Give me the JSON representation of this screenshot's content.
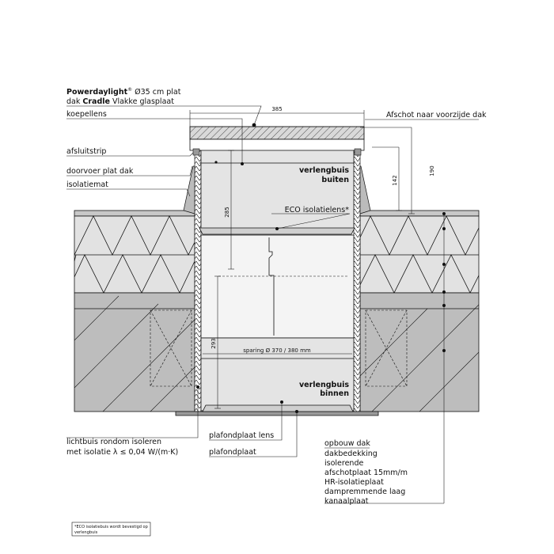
{
  "product": {
    "brand": "Powerdaylight",
    "reg": "®",
    "spec_line1_rest": " Ø35 cm plat",
    "spec_line2_pre": "dak ",
    "model": "Cradle",
    "spec_line2_post": " Vlakke glasplaat"
  },
  "labels_left": {
    "koepellens": "koepellens",
    "afsluitstrip": "afsluitstrip",
    "doorvoer": "doorvoer plat dak",
    "isolatiemat": "isolatiemat"
  },
  "labels_right": {
    "afschot": "Afschot naar voorzijde dak"
  },
  "tube_labels": {
    "outer_line1": "verlengbuis",
    "outer_line2": "buiten",
    "eco": "ECO isolatielens*",
    "inner_line1": "verlengbuis",
    "inner_line2": "binnen",
    "sparing": "sparing Ø 370 / 380 mm"
  },
  "dimensions": {
    "width_top": "385",
    "d142": "142",
    "d190": "190",
    "d285": "285",
    "d293": "293"
  },
  "bottom_left": {
    "line1": "lichtbuis rondom isoleren",
    "line2": "met isolatie λ ≤ 0,04 W/(m·K)"
  },
  "bottom_mid": {
    "lens": "plafondplaat lens",
    "plaat": "plafondplaat"
  },
  "opbouw": {
    "title": "opbouw dak",
    "items": [
      "dakbedekking",
      "isolerende",
      "afschotplaat 15mm/m",
      "HR-isolatieplaat",
      "dampremmende laag",
      "kanaalplaat"
    ]
  },
  "footnote": {
    "line1": "*ECO isolatiebuis wordt bevestigd op",
    "line2": "verlengbuis"
  }
}
